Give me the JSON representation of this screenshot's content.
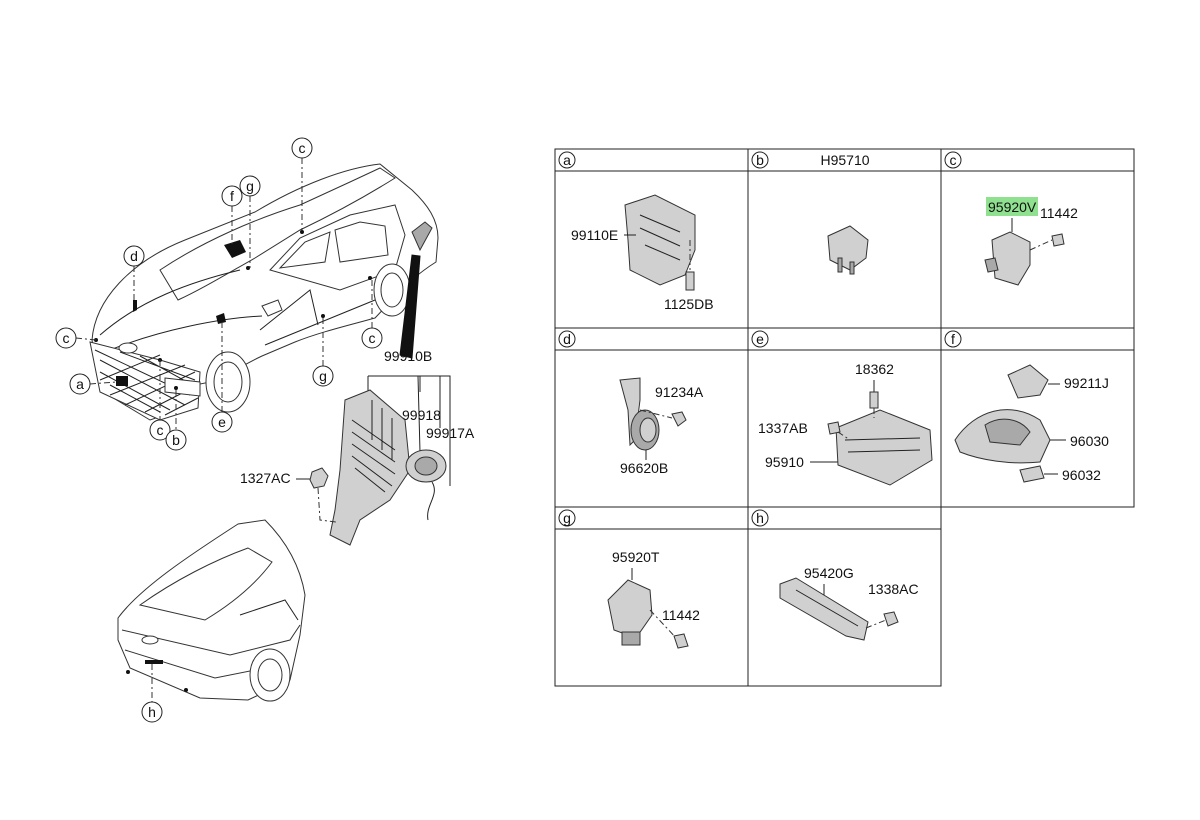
{
  "overview": {
    "callouts": {
      "a": "a",
      "b": "b",
      "c_top": "c",
      "c_left": "c",
      "c_right": "c",
      "c_bottom": "c",
      "d": "d",
      "e": "e",
      "f": "f",
      "g_top": "g",
      "g_bottom": "g",
      "h": "h"
    },
    "parts": {
      "module": "99910B",
      "bracket_part": "99918",
      "harness_part": "99917A",
      "nut": "1327AC"
    }
  },
  "table": {
    "cells": [
      {
        "key": "a",
        "header_code": "",
        "labels": [
          "99110E",
          "1125DB"
        ]
      },
      {
        "key": "b",
        "header_code": "H95710",
        "labels": []
      },
      {
        "key": "c",
        "header_code": "",
        "labels": [
          "95920V",
          "11442"
        ]
      },
      {
        "key": "d",
        "header_code": "",
        "labels": [
          "91234A",
          "96620B"
        ]
      },
      {
        "key": "e",
        "header_code": "",
        "labels": [
          "18362",
          "1337AB",
          "95910"
        ]
      },
      {
        "key": "f",
        "header_code": "",
        "labels": [
          "99211J",
          "96030",
          "96032"
        ]
      },
      {
        "key": "g",
        "header_code": "",
        "labels": [
          "95920T",
          "11442"
        ]
      },
      {
        "key": "h",
        "header_code": "",
        "labels": [
          "95420G",
          "1338AC"
        ]
      }
    ],
    "highlight_color": "#8fe08f"
  }
}
